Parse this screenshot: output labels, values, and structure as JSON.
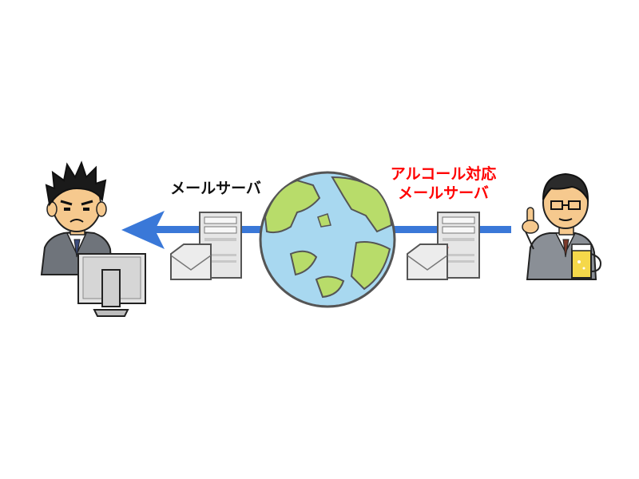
{
  "diagram": {
    "left_server_label": "メールサーバ",
    "right_server_label_line1": "アルコール対応",
    "right_server_label_line2": "メールサーバ"
  },
  "icons": {
    "receiver": "businessman-at-computer-icon",
    "left_server": "mail-server-icon",
    "globe": "globe-icon",
    "right_server": "mail-server-icon",
    "sender": "businessman-with-beer-icon",
    "flow": "arrow-left-icon"
  },
  "colors": {
    "arrow": "#3a78d8",
    "ocean": "#a8d8f0",
    "land": "#b8dc6a",
    "highlight_label": "#ff0000",
    "server_body": "#e6e6e6",
    "suit": "#8a8f96"
  }
}
